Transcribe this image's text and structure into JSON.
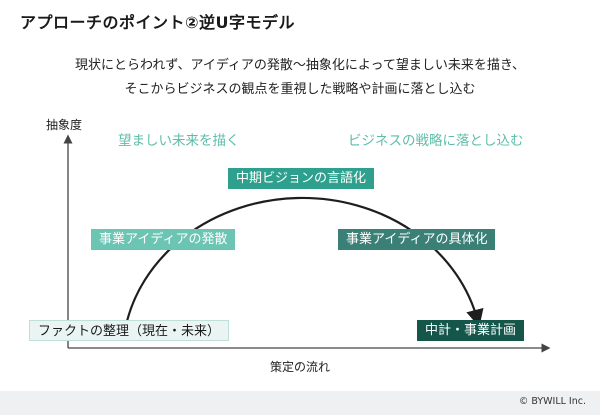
{
  "title": "アプローチのポイント②逆U字モデル",
  "subtitle": {
    "line1": "現状にとらわれず、アイディアの発散〜抽象化によって望ましい未来を描き、",
    "line2": "そこからビジネスの観点を重視した戦略や計画に落とし込む"
  },
  "axes": {
    "y_label": "抽象度",
    "x_label": "策定の流れ"
  },
  "phases": {
    "left": "望ましい未来を描く",
    "right": "ビジネスの戦略に落とし込む"
  },
  "steps": {
    "current_state": "ファクトの整理（現在・未来）",
    "idea_divergence": "事業アイディアの発散",
    "vision": "中期ビジョンの言語化",
    "idea_concrete": "事業アイディアの具体化",
    "plan": "中計・事業計画"
  },
  "footer": {
    "copyright": "© BYWILL Inc."
  },
  "colors": {
    "phase_text": "#5dbdaa",
    "box_light": "#6cc4b3",
    "box_mid": "#2fa08e",
    "box_teal": "#3b8077",
    "box_dark": "#15564b",
    "box_pale": "#eaf5f3",
    "arc": "#1e1e1e",
    "axis": "#444444"
  }
}
